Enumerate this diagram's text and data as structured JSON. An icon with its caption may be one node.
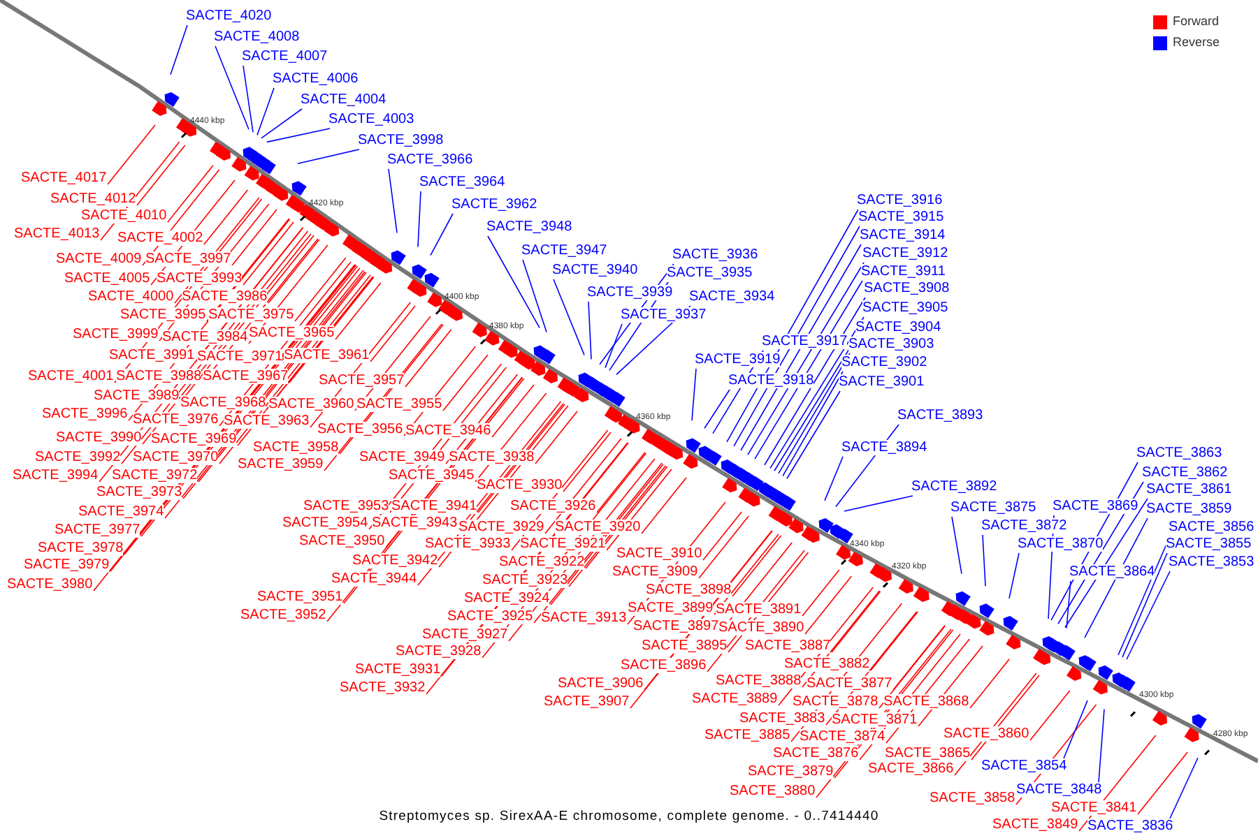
{
  "diagram": {
    "caption": "Streptomyces sp. SirexAA-E chromosome, complete genome. - 0..7414440",
    "nodes": [
      {
        "text": [
          "SACTE_4020"
        ]
      },
      {
        "text": [
          "SACTE_4008"
        ]
      },
      {
        "text": [
          "SACTE_4007"
        ]
      },
      {
        "text": [
          "SACTE_4006"
        ]
      },
      {
        "text": [
          "SACTE_4004"
        ]
      },
      {
        "text": [
          "SACTE_4003"
        ]
      },
      {
        "text": [
          "SACTE_3998"
        ]
      },
      {
        "text": [
          "SACTE_3966"
        ]
      },
      {
        "text": [
          "SACTE_3964"
        ]
      },
      {
        "text": [
          "SACTE_3962"
        ]
      },
      {
        "text": [
          "SACTE_3948"
        ]
      },
      {
        "text": [
          "SACTE_3947"
        ]
      },
      {
        "text": [
          "SACTE_3940"
        ]
      },
      {
        "text": [
          "SACTE_3939"
        ]
      },
      {
        "text": [
          "SACTE_3937"
        ]
      },
      {
        "text": [
          "SACTE_3936"
        ]
      },
      {
        "text": [
          "SACTE_3935"
        ]
      },
      {
        "text": [
          "SACTE_3934"
        ]
      },
      {
        "text": [
          "SACTE_3919"
        ]
      },
      {
        "text": [
          "SACTE_3918"
        ]
      },
      {
        "text": [
          "SACTE_3917"
        ]
      },
      {
        "text": [
          "SACTE_3916"
        ]
      },
      {
        "text": [
          "SACTE_3915"
        ]
      },
      {
        "text": [
          "SACTE_3914"
        ]
      },
      {
        "text": [
          "SACTE_3912"
        ]
      },
      {
        "text": [
          "SACTE_3911"
        ]
      },
      {
        "text": [
          "SACTE_3908"
        ]
      },
      {
        "text": [
          "SACTE_3905"
        ]
      },
      {
        "text": [
          "SACTE_3904"
        ]
      },
      {
        "text": [
          "SACTE_3903"
        ]
      },
      {
        "text": [
          "SACTE_3902"
        ]
      },
      {
        "text": [
          "SACTE_3901"
        ]
      },
      {
        "text": [
          "SACTE_3893"
        ]
      },
      {
        "text": [
          "SACTE_3894"
        ]
      },
      {
        "text": [
          "SACTE_3892"
        ]
      },
      {
        "text": [
          "SACTE_3875"
        ]
      },
      {
        "text": [
          "SACTE_3872"
        ]
      },
      {
        "text": [
          "SACTE_3870"
        ]
      },
      {
        "text": [
          "SACTE_3869"
        ]
      },
      {
        "text": [
          "SACTE_3864"
        ]
      },
      {
        "text": [
          "SACTE_3863"
        ]
      },
      {
        "text": [
          "SACTE_3862"
        ]
      },
      {
        "text": [
          "SACTE_3861"
        ]
      },
      {
        "text": [
          "SACTE_3859"
        ]
      },
      {
        "text": [
          "SACTE_3856"
        ]
      },
      {
        "text": [
          "SACTE_3855"
        ]
      },
      {
        "text": [
          "SACTE_3853"
        ]
      },
      {
        "text": [
          "SACTE_4017"
        ]
      },
      {
        "text": [
          "SACTE_4012"
        ]
      },
      {
        "text": [
          "SACTE_4010"
        ]
      },
      {
        "text": [
          "SACTE_4013"
        ]
      },
      {
        "text": [
          "SACTE_4002"
        ]
      },
      {
        "text": [
          "SACTE_4009"
        ]
      },
      {
        "text": [
          "SACTE_3997"
        ]
      },
      {
        "text": [
          "SACTE_4005"
        ]
      },
      {
        "text": [
          "SACTE_3993"
        ]
      },
      {
        "text": [
          "SACTE_4000"
        ]
      },
      {
        "text": [
          "SACTE_3986"
        ]
      },
      {
        "text": [
          "SACTE_3995"
        ]
      },
      {
        "text": [
          "SACTE_3975"
        ]
      },
      {
        "text": [
          "SACTE_3999"
        ]
      },
      {
        "text": [
          "SACTE_3984"
        ]
      },
      {
        "text": [
          "SACTE_3965"
        ]
      },
      {
        "text": [
          "SACTE_3991"
        ]
      },
      {
        "text": [
          "SACTE_3971"
        ]
      },
      {
        "text": [
          "SACTE_3961"
        ]
      },
      {
        "text": [
          "SACTE_4001"
        ]
      },
      {
        "text": [
          "SACTE_3988"
        ]
      },
      {
        "text": [
          "SACTE_3967"
        ]
      },
      {
        "text": [
          "SACTE_3957"
        ]
      },
      {
        "text": [
          "SACTE_3989"
        ]
      },
      {
        "text": [
          "SACTE_3968"
        ]
      },
      {
        "text": [
          "SACTE_3960"
        ]
      },
      {
        "text": [
          "SACTE_3955"
        ]
      },
      {
        "text": [
          "SACTE_3996"
        ]
      },
      {
        "text": [
          "SACTE_3976"
        ]
      },
      {
        "text": [
          "SACTE_3963"
        ]
      },
      {
        "text": [
          "SACTE_3956"
        ]
      },
      {
        "text": [
          "SACTE_3946"
        ]
      },
      {
        "text": [
          "SACTE_3990"
        ]
      },
      {
        "text": [
          "SACTE_3969"
        ]
      },
      {
        "text": [
          "SACTE_3958"
        ]
      },
      {
        "text": [
          "SACTE_3949"
        ]
      },
      {
        "text": [
          "SACTE_3938"
        ]
      },
      {
        "text": [
          "SACTE_3992"
        ]
      },
      {
        "text": [
          "SACTE_3970"
        ]
      },
      {
        "text": [
          "SACTE_3959"
        ]
      },
      {
        "text": [
          "SACTE_3945"
        ]
      },
      {
        "text": [
          "SACTE_3994"
        ]
      },
      {
        "text": [
          "SACTE_3972"
        ]
      },
      {
        "text": [
          "SACTE_3973"
        ]
      },
      {
        "text": [
          "SACTE_3930"
        ]
      },
      {
        "text": [
          "SACTE_3974"
        ]
      },
      {
        "text": [
          "SACTE_3953"
        ]
      },
      {
        "text": [
          "SACTE_3941"
        ]
      },
      {
        "text": [
          "SACTE_3926"
        ]
      },
      {
        "text": [
          "SACTE_3977"
        ]
      },
      {
        "text": [
          "SACTE_3954"
        ]
      },
      {
        "text": [
          "SACTE_3943"
        ]
      },
      {
        "text": [
          "SACTE_3929"
        ]
      },
      {
        "text": [
          "SACTE_3920"
        ]
      },
      {
        "text": [
          "SACTE_3978"
        ]
      },
      {
        "text": [
          "SACTE_3950"
        ]
      },
      {
        "text": [
          "SACTE_3933"
        ]
      },
      {
        "text": [
          "SACTE_3921"
        ]
      },
      {
        "text": [
          "SACTE_3979"
        ]
      },
      {
        "text": [
          "SACTE_3942"
        ]
      },
      {
        "text": [
          "SACTE_3922"
        ]
      },
      {
        "text": [
          "SACTE_3910"
        ]
      },
      {
        "text": [
          "SACTE_3980"
        ]
      },
      {
        "text": [
          "SACTE_3944"
        ]
      },
      {
        "text": [
          "SACTE_3923"
        ]
      },
      {
        "text": [
          "SACTE_3909"
        ]
      },
      {
        "text": [
          "SACTE_3951"
        ]
      },
      {
        "text": [
          "SACTE_3924"
        ]
      },
      {
        "text": [
          "SACTE_3898"
        ]
      },
      {
        "text": [
          "SACTE_3952"
        ]
      },
      {
        "text": [
          "SACTE_3925"
        ]
      },
      {
        "text": [
          "SACTE_3913"
        ]
      },
      {
        "text": [
          "SACTE_3899"
        ]
      },
      {
        "text": [
          "SACTE_3891"
        ]
      },
      {
        "text": [
          "SACTE_3927"
        ]
      },
      {
        "text": [
          "SACTE_3897"
        ]
      },
      {
        "text": [
          "SACTE_3890"
        ]
      },
      {
        "text": [
          "SACTE_3928"
        ]
      },
      {
        "text": [
          "SACTE_3895"
        ]
      },
      {
        "text": [
          "SACTE_3887"
        ]
      },
      {
        "text": [
          "SACTE_3931"
        ]
      },
      {
        "text": [
          "SACTE_3896"
        ]
      },
      {
        "text": [
          "SACTE_3882"
        ]
      },
      {
        "text": [
          "SACTE_3932"
        ]
      },
      {
        "text": [
          "SACTE_3906"
        ]
      },
      {
        "text": [
          "SACTE_3888"
        ]
      },
      {
        "text": [
          "SACTE_3877"
        ]
      },
      {
        "text": [
          "SACTE_3889"
        ]
      },
      {
        "text": [
          "SACTE_3878"
        ]
      },
      {
        "text": [
          "SACTE_3868"
        ]
      },
      {
        "text": [
          "SACTE_3907"
        ]
      },
      {
        "text": [
          "SACTE_3883"
        ]
      },
      {
        "text": [
          "SACTE_3871"
        ]
      },
      {
        "text": [
          "SACTE_3885"
        ]
      },
      {
        "text": [
          "SACTE_3874"
        ]
      },
      {
        "text": [
          "SACTE_3860"
        ]
      },
      {
        "text": [
          "SACTE_3876"
        ]
      },
      {
        "text": [
          "SACTE_3865"
        ]
      },
      {
        "text": [
          "SACTE_3879"
        ]
      },
      {
        "text": [
          "SACTE_3866"
        ]
      },
      {
        "text": [
          "SACTE_3880"
        ]
      },
      {
        "text": [
          "SACTE_3858"
        ]
      },
      {
        "text": [
          "SACTE_3841"
        ]
      },
      {
        "text": [
          "SACTE_3849"
        ]
      },
      {
        "text": [
          "SACTE_3854"
        ]
      },
      {
        "text": [
          "SACTE_3848"
        ]
      },
      {
        "text": [
          "SACTE_3836"
        ]
      }
    ],
    "edges": [
      {
        "from": 0,
        "to": null,
        "arrow": "none",
        "color": "#0000ff"
      },
      {
        "from": 1,
        "to": null,
        "arrow": "none",
        "color": "#0000ff"
      },
      {
        "from": 2,
        "to": null,
        "arrow": "none",
        "color": "#0000ff"
      },
      {
        "from": 3,
        "to": null,
        "arrow": "none",
        "color": "#0000ff"
      },
      {
        "from": 4,
        "to": null,
        "arrow": "none",
        "color": "#0000ff"
      },
      {
        "from": 5,
        "to": null,
        "arrow": "none",
        "color": "#0000ff"
      },
      {
        "from": 6,
        "to": null,
        "arrow": "none",
        "color": "#0000ff"
      },
      {
        "from": 7,
        "to": null,
        "arrow": "none",
        "color": "#0000ff"
      },
      {
        "from": 8,
        "to": null,
        "arrow": "none",
        "color": "#0000ff"
      },
      {
        "from": 9,
        "to": null,
        "arrow": "none",
        "color": "#0000ff"
      },
      {
        "from": 10,
        "to": null,
        "arrow": "none",
        "color": "#0000ff"
      },
      {
        "from": 11,
        "to": null,
        "arrow": "none",
        "color": "#0000ff"
      },
      {
        "from": 12,
        "to": null,
        "arrow": "none",
        "color": "#0000ff"
      },
      {
        "from": 13,
        "to": null,
        "arrow": "none",
        "color": "#0000ff"
      },
      {
        "from": 14,
        "to": null,
        "arrow": "none",
        "color": "#0000ff"
      },
      {
        "from": 15,
        "to": null,
        "arrow": "none",
        "color": "#0000ff"
      },
      {
        "from": 16,
        "to": null,
        "arrow": "none",
        "color": "#0000ff"
      },
      {
        "from": 17,
        "to": null,
        "arrow": "none",
        "color": "#0000ff"
      },
      {
        "from": 18,
        "to": null,
        "arrow": "none",
        "color": "#0000ff"
      },
      {
        "from": 19,
        "to": null,
        "arrow": "none",
        "color": "#0000ff"
      },
      {
        "from": 20,
        "to": null,
        "arrow": "none",
        "color": "#0000ff"
      },
      {
        "from": 21,
        "to": null,
        "arrow": "none",
        "color": "#0000ff"
      },
      {
        "from": 22,
        "to": null,
        "arrow": "none",
        "color": "#0000ff"
      },
      {
        "from": 23,
        "to": null,
        "arrow": "none",
        "color": "#0000ff"
      },
      {
        "from": 24,
        "to": null,
        "arrow": "none",
        "color": "#0000ff"
      },
      {
        "from": 25,
        "to": null,
        "arrow": "none",
        "color": "#0000ff"
      },
      {
        "from": 26,
        "to": null,
        "arrow": "none",
        "color": "#0000ff"
      },
      {
        "from": 27,
        "to": null,
        "arrow": "none",
        "color": "#0000ff"
      },
      {
        "from": 28,
        "to": null,
        "arrow": "none",
        "color": "#0000ff"
      },
      {
        "from": 29,
        "to": null,
        "arrow": "none",
        "color": "#0000ff"
      },
      {
        "from": 30,
        "to": null,
        "arrow": "none",
        "color": "#0000ff"
      },
      {
        "from": 31,
        "to": null,
        "arrow": "none",
        "color": "#0000ff"
      },
      {
        "from": 32,
        "to": null,
        "arrow": "none",
        "color": "#0000ff"
      },
      {
        "from": 33,
        "to": null,
        "arrow": "none",
        "color": "#0000ff"
      },
      {
        "from": 34,
        "to": null,
        "arrow": "none",
        "color": "#0000ff"
      },
      {
        "from": 35,
        "to": null,
        "arrow": "none",
        "color": "#0000ff"
      },
      {
        "from": 36,
        "to": null,
        "arrow": "none",
        "color": "#0000ff"
      },
      {
        "from": 37,
        "to": null,
        "arrow": "none",
        "color": "#0000ff"
      },
      {
        "from": 38,
        "to": null,
        "arrow": "none",
        "color": "#0000ff"
      },
      {
        "from": 39,
        "to": null,
        "arrow": "none",
        "color": "#0000ff"
      },
      {
        "from": 40,
        "to": null,
        "arrow": "none",
        "color": "#0000ff"
      },
      {
        "from": 41,
        "to": null,
        "arrow": "none",
        "color": "#0000ff"
      },
      {
        "from": 42,
        "to": null,
        "arrow": "none",
        "color": "#0000ff"
      },
      {
        "from": 43,
        "to": null,
        "arrow": "none",
        "color": "#0000ff"
      },
      {
        "from": 44,
        "to": null,
        "arrow": "none",
        "color": "#0000ff"
      },
      {
        "from": 45,
        "to": null,
        "arrow": "none",
        "color": "#0000ff"
      },
      {
        "from": 46,
        "to": null,
        "arrow": "none",
        "color": "#0000ff"
      },
      {
        "from": 47,
        "to": null,
        "arrow": "none"
      },
      {
        "from": 48,
        "to": null,
        "arrow": "none"
      },
      {
        "from": 49,
        "to": null,
        "arrow": "none"
      },
      {
        "from": 50,
        "to": null,
        "arrow": "none"
      },
      {
        "from": 51,
        "to": null,
        "arrow": "none"
      },
      {
        "from": 52,
        "to": null,
        "arrow": "none"
      },
      {
        "from": 53,
        "to": null,
        "arrow": "none"
      },
      {
        "from": 54,
        "to": null,
        "arrow": "none"
      },
      {
        "from": 55,
        "to": null,
        "arrow": "none"
      },
      {
        "from": 56,
        "to": null,
        "arrow": "none"
      },
      {
        "from": 57,
        "to": null,
        "arrow": "none"
      },
      {
        "from": 58,
        "to": null,
        "arrow": "none"
      },
      {
        "from": 59,
        "to": null,
        "arrow": "none"
      },
      {
        "from": 60,
        "to": null,
        "arrow": "none"
      },
      {
        "from": 61,
        "to": null,
        "arrow": "none"
      },
      {
        "from": 62,
        "to": null,
        "arrow": "none"
      },
      {
        "from": 63,
        "to": null,
        "arrow": "none"
      },
      {
        "from": 64,
        "to": null,
        "arrow": "none"
      },
      {
        "from": 65,
        "to": null,
        "arrow": "none"
      },
      {
        "from": 66,
        "to": null,
        "arrow": "none"
      },
      {
        "from": 67,
        "to": null,
        "arrow": "none"
      },
      {
        "from": 68,
        "to": null,
        "arrow": "none"
      },
      {
        "from": 69,
        "to": null,
        "arrow": "none"
      },
      {
        "from": 70,
        "to": null,
        "arrow": "none"
      },
      {
        "from": 71,
        "to": null,
        "arrow": "none"
      },
      {
        "from": 72,
        "to": null,
        "arrow": "none"
      },
      {
        "from": 73,
        "to": null,
        "arrow": "none"
      },
      {
        "from": 74,
        "to": null,
        "arrow": "none"
      },
      {
        "from": 75,
        "to": null,
        "arrow": "none"
      },
      {
        "from": 76,
        "to": null,
        "arrow": "none"
      },
      {
        "from": 77,
        "to": null,
        "arrow": "none"
      },
      {
        "from": 78,
        "to": null,
        "arrow": "none"
      },
      {
        "from": 79,
        "to": null,
        "arrow": "none"
      },
      {
        "from": 80,
        "to": null,
        "arrow": "none"
      },
      {
        "from": 81,
        "to": null,
        "arrow": "none"
      },
      {
        "from": 82,
        "to": null,
        "arrow": "none"
      },
      {
        "from": 83,
        "to": null,
        "arrow": "none"
      },
      {
        "from": 84,
        "to": null,
        "arrow": "none"
      },
      {
        "from": 85,
        "to": null,
        "arrow": "none"
      },
      {
        "from": 86,
        "to": null,
        "arrow": "none"
      },
      {
        "from": 87,
        "to": null,
        "arrow": "none"
      },
      {
        "from": 88,
        "to": null,
        "arrow": "none"
      },
      {
        "from": 89,
        "to": null,
        "arrow": "none"
      },
      {
        "from": 90,
        "to": null,
        "arrow": "none"
      },
      {
        "from": 91,
        "to": null,
        "arrow": "none"
      },
      {
        "from": 92,
        "to": null,
        "arrow": "none"
      },
      {
        "from": 93,
        "to": null,
        "arrow": "none"
      },
      {
        "from": 94,
        "to": null,
        "arrow": "none"
      },
      {
        "from": 95,
        "to": null,
        "arrow": "none"
      },
      {
        "from": 96,
        "to": null,
        "arrow": "none"
      },
      {
        "from": 97,
        "to": null,
        "arrow": "none"
      },
      {
        "from": 98,
        "to": null,
        "arrow": "none"
      },
      {
        "from": 99,
        "to": null,
        "arrow": "none"
      },
      {
        "from": 100,
        "to": null,
        "arrow": "none"
      },
      {
        "from": 101,
        "to": null,
        "arrow": "none"
      },
      {
        "from": 102,
        "to": null,
        "arrow": "none"
      },
      {
        "from": 103,
        "to": null,
        "arrow": "none"
      },
      {
        "from": 104,
        "to": null,
        "arrow": "none"
      },
      {
        "from": 105,
        "to": null,
        "arrow": "none"
      },
      {
        "from": 106,
        "to": null,
        "arrow": "none"
      },
      {
        "from": 107,
        "to": null,
        "arrow": "none"
      },
      {
        "from": 108,
        "to": null,
        "arrow": "none"
      },
      {
        "from": 109,
        "to": null,
        "arrow": "none"
      },
      {
        "from": 110,
        "to": null,
        "arrow": "none"
      },
      {
        "from": 111,
        "to": null,
        "arrow": "none"
      },
      {
        "from": 112,
        "to": null,
        "arrow": "none"
      },
      {
        "from": 113,
        "to": null,
        "arrow": "none"
      },
      {
        "from": 114,
        "to": null,
        "arrow": "none"
      },
      {
        "from": 115,
        "to": null,
        "arrow": "none"
      },
      {
        "from": 116,
        "to": null,
        "arrow": "none"
      },
      {
        "from": 117,
        "to": null,
        "arrow": "none"
      },
      {
        "from": 118,
        "to": null,
        "arrow": "none"
      },
      {
        "from": 119,
        "to": null,
        "arrow": "none"
      },
      {
        "from": 120,
        "to": null,
        "arrow": "none"
      },
      {
        "from": 121,
        "to": null,
        "arrow": "none"
      },
      {
        "from": 122,
        "to": null,
        "arrow": "none"
      },
      {
        "from": 123,
        "to": null,
        "arrow": "none"
      },
      {
        "from": 124,
        "to": null,
        "arrow": "none"
      },
      {
        "from": 125,
        "to": null,
        "arrow": "none"
      },
      {
        "from": 126,
        "to": null,
        "arrow": "none"
      },
      {
        "from": 127,
        "to": null,
        "arrow": "none"
      },
      {
        "from": 128,
        "to": null,
        "arrow": "none"
      },
      {
        "from": 129,
        "to": null,
        "arrow": "none"
      },
      {
        "from": 130,
        "to": null,
        "arrow": "none"
      },
      {
        "from": 131,
        "to": null,
        "arrow": "none"
      },
      {
        "from": 132,
        "to": null,
        "arrow": "none"
      },
      {
        "from": 133,
        "to": null,
        "arrow": "none"
      },
      {
        "from": 134,
        "to": null,
        "arrow": "none"
      },
      {
        "from": 135,
        "to": null,
        "arrow": "none"
      },
      {
        "from": 136,
        "to": null,
        "arrow": "none"
      },
      {
        "from": 137,
        "to": null,
        "arrow": "none"
      },
      {
        "from": 138,
        "to": null,
        "arrow": "none"
      },
      {
        "from": 139,
        "to": null,
        "arrow": "none"
      },
      {
        "from": 140,
        "to": null,
        "arrow": "none"
      },
      {
        "from": 141,
        "to": null,
        "arrow": "none"
      },
      {
        "from": 142,
        "to": null,
        "arrow": "none"
      },
      {
        "from": 143,
        "to": null,
        "arrow": "none"
      },
      {
        "from": 144,
        "to": null,
        "arrow": "none"
      },
      {
        "from": 145,
        "to": null,
        "arrow": "none"
      },
      {
        "from": 146,
        "to": null,
        "arrow": "none"
      },
      {
        "from": 147,
        "to": null,
        "arrow": "none"
      },
      {
        "from": 148,
        "to": null,
        "arrow": "none"
      },
      {
        "from": 149,
        "to": null,
        "arrow": "none"
      },
      {
        "from": 150,
        "to": null,
        "arrow": "none"
      },
      {
        "from": 151,
        "to": null,
        "arrow": "none",
        "color": "#0000ff"
      },
      {
        "from": 152,
        "to": null,
        "arrow": "none",
        "color": "#0000ff"
      },
      {
        "from": 153,
        "to": null,
        "arrow": "none",
        "color": "#0000ff"
      }
    ],
    "labels": [
      "4440 kbp",
      "4420 kbp",
      "4400 kbp",
      "4380 kbp",
      "4360 kbp",
      "4340 kbp",
      "4320 kbp",
      "4300 kbp",
      "4280 kbp"
    ],
    "legend": [
      {
        "text": "Forward",
        "color": "#ff0000"
      },
      {
        "text": "Reverse",
        "color": "#0000ff"
      }
    ]
  }
}
